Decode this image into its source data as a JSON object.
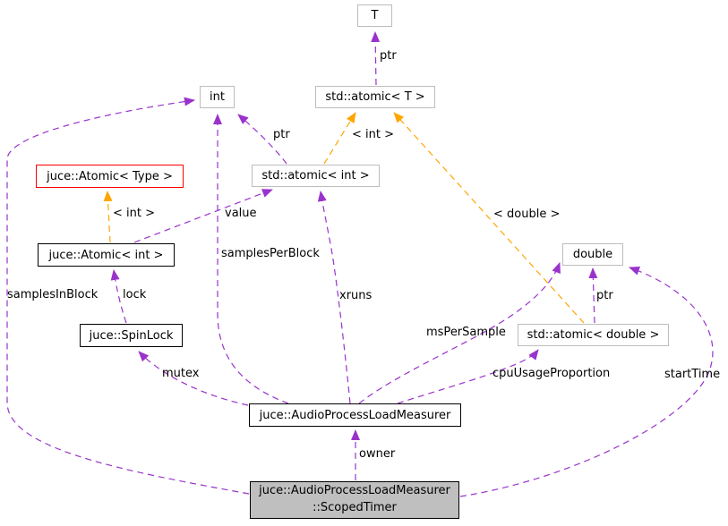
{
  "diagram": {
    "kind": "collaboration-graph",
    "focus_node": "juce::AudioProcessLoadMeasurer::ScopedTimer",
    "colors": {
      "collaboration_edge": "#9a32cc",
      "template_edge": "#ffa500",
      "plain_node_border": "#bdbdbd",
      "documented_node_border": "#000000",
      "undocumented_node_border": "#ff0000",
      "focus_node_fill": "#bfbfbf",
      "background": "#ffffff"
    },
    "nodes": [
      {
        "id": "t",
        "label": "T"
      },
      {
        "id": "atomic-t",
        "label": "std::atomic< T >"
      },
      {
        "id": "int",
        "label": "int"
      },
      {
        "id": "atomic-type",
        "label": "juce::Atomic< Type >"
      },
      {
        "id": "atomic-int",
        "label": "std::atomic< int >"
      },
      {
        "id": "juce-atomic-int",
        "label": "juce::Atomic< int >"
      },
      {
        "id": "double",
        "label": "double"
      },
      {
        "id": "spinlock",
        "label": "juce::SpinLock"
      },
      {
        "id": "atomic-double",
        "label": "std::atomic< double >"
      },
      {
        "id": "aplm",
        "label": "juce::AudioProcessLoadMeasurer"
      },
      {
        "id": "scoped-timer",
        "label_line1": "juce::AudioProcessLoadMeasurer",
        "label_line2": "::ScopedTimer"
      }
    ],
    "edges": [
      {
        "from": "std::atomic< T >",
        "to": "T",
        "label": "ptr",
        "kind": "member"
      },
      {
        "from": "std::atomic< int >",
        "to": "int",
        "label": "ptr",
        "kind": "member"
      },
      {
        "from": "std::atomic< int >",
        "to": "std::atomic< T >",
        "label": "< int >",
        "kind": "template-instance"
      },
      {
        "from": "std::atomic< double >",
        "to": "std::atomic< T >",
        "label": "< double >",
        "kind": "template-instance"
      },
      {
        "from": "juce::Atomic< int >",
        "to": "std::atomic< int >",
        "label": "value",
        "kind": "member"
      },
      {
        "from": "juce::Atomic< int >",
        "to": "juce::Atomic< Type >",
        "label": "< int >",
        "kind": "template-instance"
      },
      {
        "from": "juce::SpinLock",
        "to": "juce::Atomic< int >",
        "label": "lock",
        "kind": "member"
      },
      {
        "from": "juce::AudioProcessLoadMeasurer::ScopedTimer",
        "to": "int",
        "label": "samplesInBlock",
        "kind": "member"
      },
      {
        "from": "juce::AudioProcessLoadMeasurer",
        "to": "juce::SpinLock",
        "label": "mutex",
        "kind": "member"
      },
      {
        "from": "juce::AudioProcessLoadMeasurer",
        "to": "int",
        "label": "samplesPerBlock",
        "kind": "member"
      },
      {
        "from": "juce::AudioProcessLoadMeasurer",
        "to": "std::atomic< int >",
        "label": "xruns",
        "kind": "member"
      },
      {
        "from": "juce::AudioProcessLoadMeasurer",
        "to": "double",
        "label": "msPerSample",
        "kind": "member"
      },
      {
        "from": "juce::AudioProcessLoadMeasurer",
        "to": "std::atomic< double >",
        "label": "cpuUsageProportion",
        "kind": "member"
      },
      {
        "from": "std::atomic< double >",
        "to": "double",
        "label": "ptr",
        "kind": "member"
      },
      {
        "from": "juce::AudioProcessLoadMeasurer::ScopedTimer",
        "to": "juce::AudioProcessLoadMeasurer",
        "label": "owner",
        "kind": "member"
      },
      {
        "from": "juce::AudioProcessLoadMeasurer::ScopedTimer",
        "to": "double",
        "label": "startTime",
        "kind": "member"
      }
    ]
  }
}
